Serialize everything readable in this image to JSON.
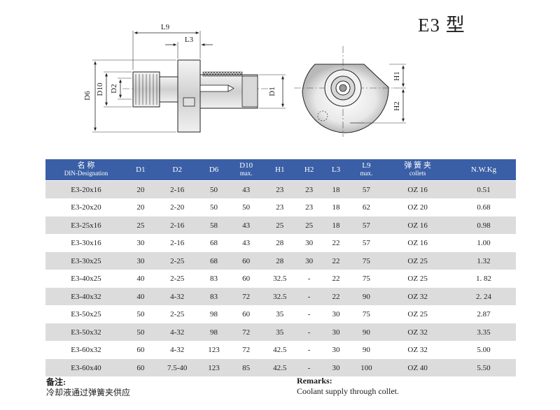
{
  "title": "E3 型",
  "drawing": {
    "side_labels": [
      "L9",
      "L3",
      "D6",
      "D10",
      "D2",
      "D1"
    ],
    "end_labels": [
      "H1",
      "H2"
    ]
  },
  "table": {
    "headers": [
      {
        "top": "名 称",
        "bottom": "DIN-Designation"
      },
      {
        "top": "D1",
        "bottom": ""
      },
      {
        "top": "D2",
        "bottom": ""
      },
      {
        "top": "D6",
        "bottom": ""
      },
      {
        "top": "D10",
        "bottom": "max."
      },
      {
        "top": "H1",
        "bottom": ""
      },
      {
        "top": "H2",
        "bottom": ""
      },
      {
        "top": "L3",
        "bottom": ""
      },
      {
        "top": "L9",
        "bottom": "max."
      },
      {
        "top": "弹 簧 夹",
        "bottom": "collets"
      },
      {
        "top": "N.W.Kg",
        "bottom": ""
      }
    ],
    "rows": [
      [
        "E3-20x16",
        "20",
        "2-16",
        "50",
        "43",
        "23",
        "23",
        "18",
        "57",
        "OZ 16",
        "0.51"
      ],
      [
        "E3-20x20",
        "20",
        "2-20",
        "50",
        "50",
        "23",
        "23",
        "18",
        "62",
        "OZ 20",
        "0.68"
      ],
      [
        "E3-25x16",
        "25",
        "2-16",
        "58",
        "43",
        "25",
        "25",
        "18",
        "57",
        "OZ 16",
        "0.98"
      ],
      [
        "E3-30x16",
        "30",
        "2-16",
        "68",
        "43",
        "28",
        "30",
        "22",
        "57",
        "OZ 16",
        "1.00"
      ],
      [
        "E3-30x25",
        "30",
        "2-25",
        "68",
        "60",
        "28",
        "30",
        "22",
        "75",
        "OZ 25",
        "1.32"
      ],
      [
        "E3-40x25",
        "40",
        "2-25",
        "83",
        "60",
        "32.5",
        "-",
        "22",
        "75",
        "OZ 25",
        "1. 82"
      ],
      [
        "E3-40x32",
        "40",
        "4-32",
        "83",
        "72",
        "32.5",
        "-",
        "22",
        "90",
        "OZ 32",
        "2. 24"
      ],
      [
        "E3-50x25",
        "50",
        "2-25",
        "98",
        "60",
        "35",
        "-",
        "30",
        "75",
        "OZ 25",
        "2.87"
      ],
      [
        "E3-50x32",
        "50",
        "4-32",
        "98",
        "72",
        "35",
        "-",
        "30",
        "90",
        "OZ 32",
        "3.35"
      ],
      [
        "E3-60x32",
        "60",
        "4-32",
        "123",
        "72",
        "42.5",
        "-",
        "30",
        "90",
        "OZ 32",
        "5.00"
      ],
      [
        "E3-60x40",
        "60",
        "7.5-40",
        "123",
        "85",
        "42.5",
        "-",
        "30",
        "100",
        "OZ 40",
        "5.50"
      ]
    ]
  },
  "remarks": {
    "cn_title": "备注:",
    "cn_text": "冷却液通过弹簧夹供应",
    "en_title": "Remarks:",
    "en_text": "Coolant supply through collet."
  }
}
